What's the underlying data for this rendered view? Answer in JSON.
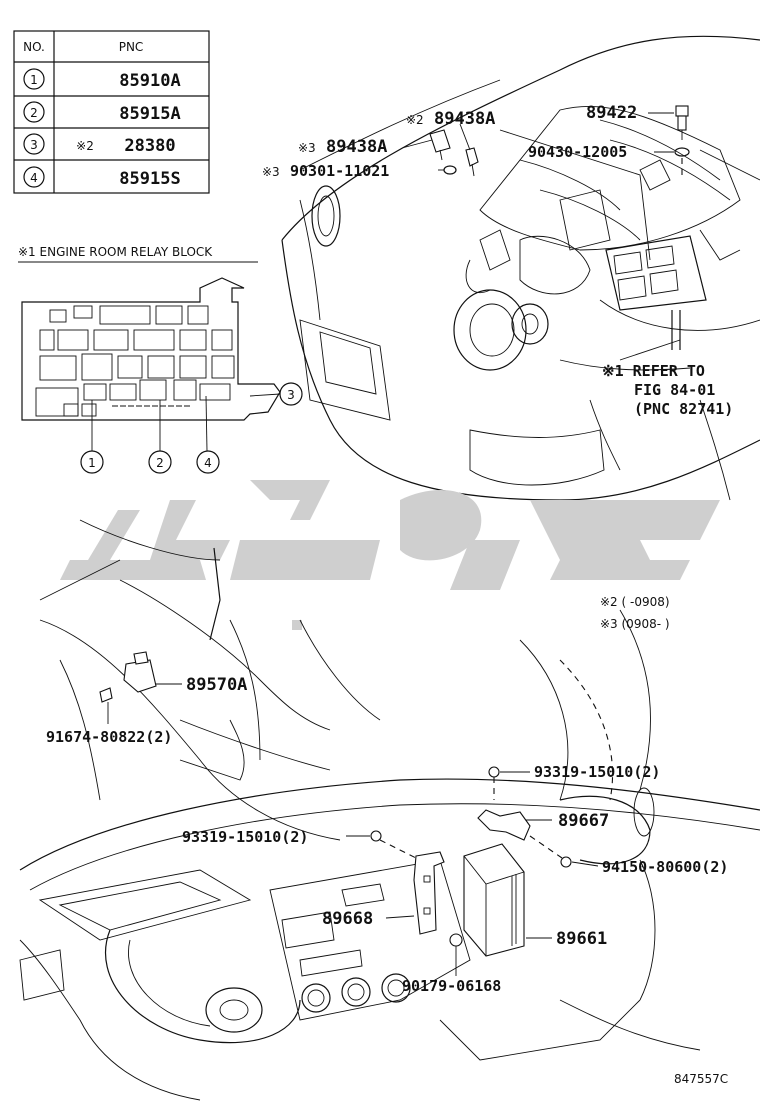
{
  "table": {
    "headers": [
      "NO.",
      "PNC"
    ],
    "rows": [
      {
        "no": "1",
        "mark": "",
        "pnc": "85910A"
      },
      {
        "no": "2",
        "mark": "",
        "pnc": "85915A"
      },
      {
        "no": "3",
        "mark": "※2",
        "pnc": "28380"
      },
      {
        "no": "4",
        "mark": "",
        "pnc": "85915S"
      }
    ]
  },
  "relay_block": {
    "title": "※1 ENGINE ROOM RELAY BLOCK",
    "callouts": [
      "1",
      "2",
      "3",
      "4"
    ]
  },
  "labels": {
    "p89438a_top": "89438A",
    "p89438a_top_mark": "※2",
    "p89438a_left": "89438A",
    "p89438a_left_mark": "※3",
    "p90301": "90301-11021",
    "p90301_mark": "※3",
    "p89422": "89422",
    "p90430": "90430-12005",
    "refer_line1": "※1 REFER TO",
    "refer_line2": "FIG 84-01",
    "refer_line3": "(PNC 82741)",
    "note_2": "※2 (      -0908)",
    "note_3": "※3 (0908-      )",
    "p89570a": "89570A",
    "p91674": "91674-80822(2)",
    "p93319_right": "93319-15010(2)",
    "p93319_left": "93319-15010(2)",
    "p89667": "89667",
    "p94150": "94150-80600(2)",
    "p89668": "89668",
    "p89661": "89661",
    "p90179": "90179-06168",
    "figure_code": "847557C"
  }
}
